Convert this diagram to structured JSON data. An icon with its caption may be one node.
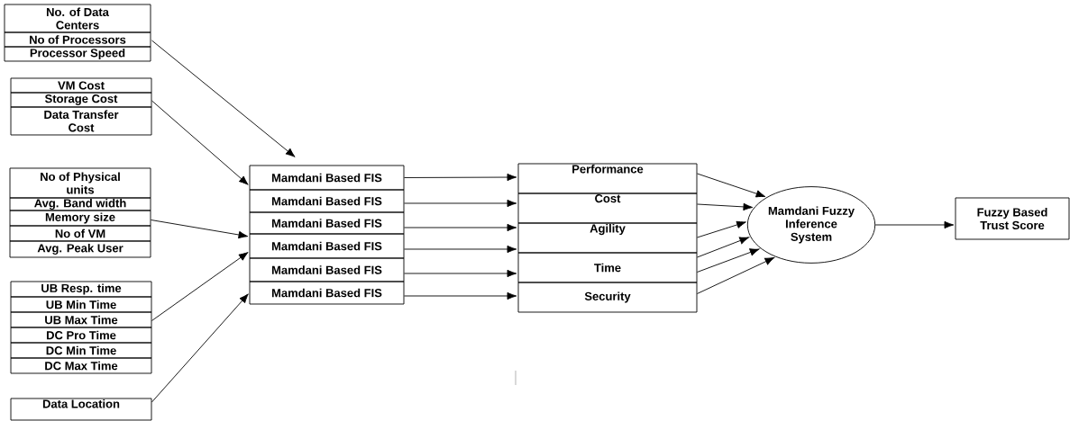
{
  "diagram": {
    "nodes": [
      {
        "text": [
          "No. of Data Centers"
        ]
      },
      {
        "text": [
          "No of Processors"
        ]
      },
      {
        "text": [
          "Processor Speed"
        ]
      },
      {
        "text": [
          "VM Cost"
        ]
      },
      {
        "text": [
          "Storage Cost"
        ]
      },
      {
        "text": [
          "Data Transfer Cost"
        ]
      },
      {
        "text": [
          "No of Physical units"
        ]
      },
      {
        "text": [
          "Avg. Band width"
        ]
      },
      {
        "text": [
          "Memory size"
        ]
      },
      {
        "text": [
          "No of VM"
        ]
      },
      {
        "text": [
          "Avg. Peak User"
        ]
      },
      {
        "text": [
          "UB Resp. time"
        ]
      },
      {
        "text": [
          "UB Min Time"
        ]
      },
      {
        "text": [
          "UB Max Time"
        ]
      },
      {
        "text": [
          "DC Pro Time"
        ]
      },
      {
        "text": [
          "DC Min Time"
        ]
      },
      {
        "text": [
          "DC Max Time"
        ]
      },
      {
        "text": [
          "Data Location"
        ]
      },
      {
        "text": [
          "Mamdani Based FIS"
        ]
      },
      {
        "text": [
          "Mamdani Based FIS"
        ]
      },
      {
        "text": [
          "Mamdani Based FIS"
        ]
      },
      {
        "text": [
          "Mamdani Based FIS"
        ]
      },
      {
        "text": [
          "Mamdani Based FIS"
        ]
      },
      {
        "text": [
          "Mamdani Based FIS"
        ]
      },
      {
        "text": [
          "Performance"
        ]
      },
      {
        "text": [
          "Cost"
        ]
      },
      {
        "text": [
          "Agility"
        ]
      },
      {
        "text": [
          "Time"
        ]
      },
      {
        "text": [
          "Security"
        ]
      },
      {
        "text": [
          "Mamdani Fuzzy Inference System"
        ]
      },
      {
        "text": [
          "Fuzzy Based Trust Score"
        ]
      }
    ],
    "edges": [
      {
        "from": 1,
        "to": 18,
        "arrow": "to"
      },
      {
        "from": 4,
        "to": 18,
        "arrow": "to"
      },
      {
        "from": 8,
        "to": 20,
        "arrow": "to"
      },
      {
        "from": 13,
        "to": 21,
        "arrow": "to"
      },
      {
        "from": 17,
        "to": 23,
        "arrow": "to"
      },
      {
        "from": 18,
        "to": 24,
        "arrow": "to"
      },
      {
        "from": 19,
        "to": 25,
        "arrow": "to"
      },
      {
        "from": 20,
        "to": 26,
        "arrow": "to"
      },
      {
        "from": 21,
        "to": 26,
        "arrow": "to"
      },
      {
        "from": 22,
        "to": 27,
        "arrow": "to"
      },
      {
        "from": 23,
        "to": 28,
        "arrow": "to"
      },
      {
        "from": 24,
        "to": 29,
        "arrow": "to"
      },
      {
        "from": 25,
        "to": 29,
        "arrow": "to"
      },
      {
        "from": 26,
        "to": 29,
        "arrow": "to"
      },
      {
        "from": 27,
        "to": 29,
        "arrow": "to"
      },
      {
        "from": 27,
        "to": 29,
        "arrow": "to"
      },
      {
        "from": 28,
        "to": 29,
        "arrow": "to"
      },
      {
        "from": 29,
        "to": 30,
        "arrow": "to"
      }
    ]
  }
}
